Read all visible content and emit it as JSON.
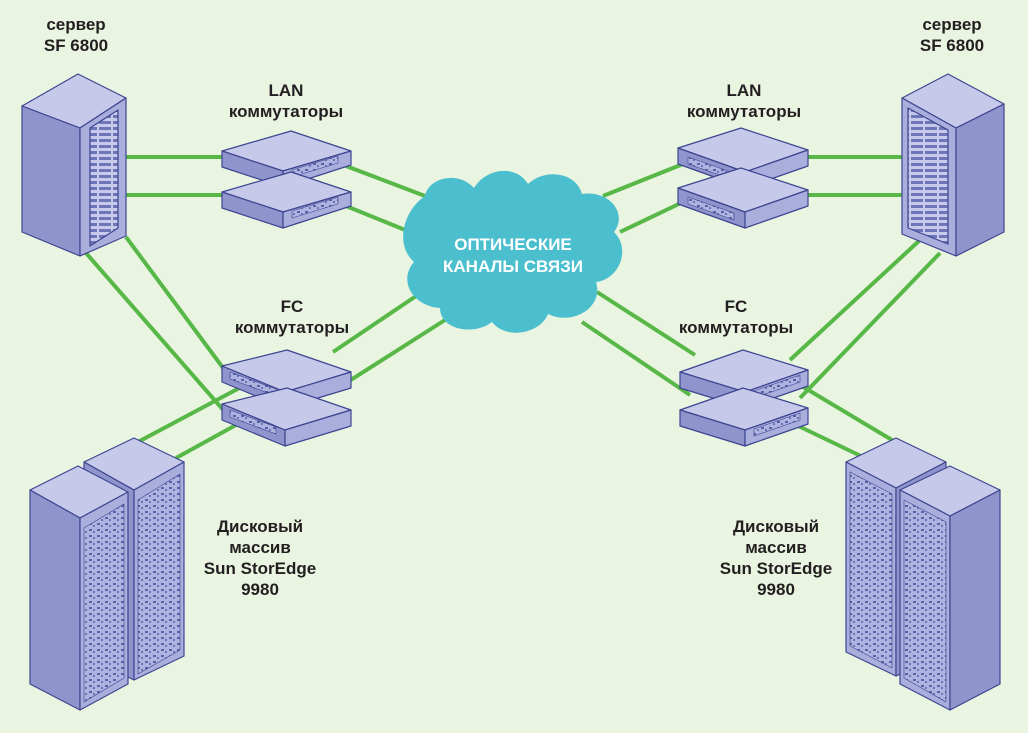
{
  "labels": {
    "server_left": [
      "сервер",
      "SF 6800"
    ],
    "server_right": [
      "сервер",
      "SF 6800"
    ],
    "lan_left": [
      "LAN",
      "коммутаторы"
    ],
    "lan_right": [
      "LAN",
      "коммутаторы"
    ],
    "fc_left": [
      "FC",
      "коммутаторы"
    ],
    "fc_right": [
      "FC",
      "коммутаторы"
    ],
    "storage_left": [
      "Дисковый",
      "массив",
      "Sun StorEdge",
      "9980"
    ],
    "storage_right": [
      "Дисковый",
      "массив",
      "Sun StorEdge",
      "9980"
    ],
    "cloud": [
      "ОПТИЧЕСКИЕ",
      "КАНАЛЫ СВЯЗИ"
    ]
  },
  "colors": {
    "background": "#e9f4e1",
    "link": "#57b848",
    "cloud": "#4bbfce",
    "device_front": "#8f95cc",
    "device_side": "#a9aedc",
    "device_top": "#c6c9ea",
    "device_outline": "#3d4590"
  }
}
